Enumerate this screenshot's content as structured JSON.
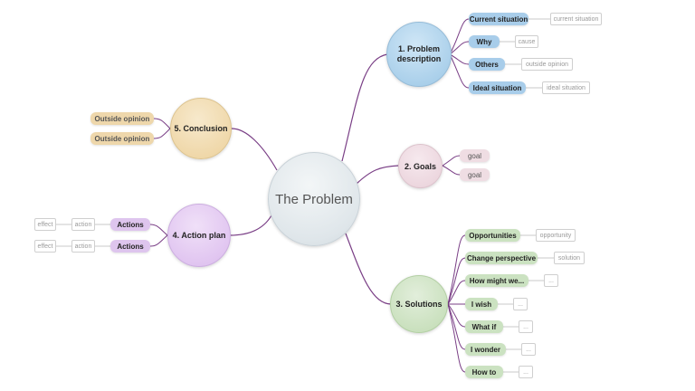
{
  "colors": {
    "connector": "#7a3f86",
    "leaf_connector": "#c8c8c8"
  },
  "central_topic": "The Problem",
  "branches": {
    "problem_description": {
      "title": "1. Problem description",
      "items": [
        {
          "label": "Current situation",
          "leaf": "current situation"
        },
        {
          "label": "Why",
          "leaf": "cause"
        },
        {
          "label": "Others",
          "leaf": "outside opinion"
        },
        {
          "label": "Ideal situation",
          "leaf": "ideal situation"
        }
      ]
    },
    "goals": {
      "title": "2. Goals",
      "items": [
        "goal",
        "goal"
      ]
    },
    "solutions": {
      "title": "3. Solutions",
      "items": [
        {
          "label": "Opportunities",
          "leaf": "opportunity"
        },
        {
          "label": "Change perspective",
          "leaf": "solution"
        },
        {
          "label": "How might we...",
          "leaf": "..."
        },
        {
          "label": "I wish",
          "leaf": "..."
        },
        {
          "label": "What if",
          "leaf": "..."
        },
        {
          "label": "I wonder",
          "leaf": "..."
        },
        {
          "label": "How to",
          "leaf": "..."
        }
      ]
    },
    "action_plan": {
      "title": "4. Action plan",
      "items": [
        {
          "label": "Actions",
          "action": "action",
          "effect": "effect"
        },
        {
          "label": "Actions",
          "action": "action",
          "effect": "effect"
        }
      ]
    },
    "conclusion": {
      "title": "5. Conclusion",
      "items": [
        "Outside opinion",
        "Outside opinion"
      ]
    }
  }
}
